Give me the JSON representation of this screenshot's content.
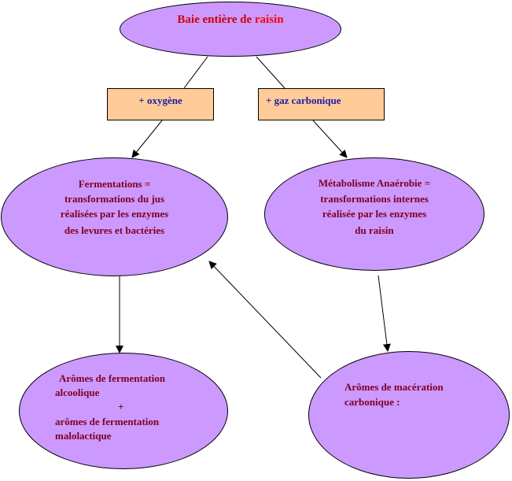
{
  "nodes": {
    "top": {
      "label_part1": "Baie entière de ",
      "label_part2": "raisin"
    },
    "oxygen": {
      "label": "+ oxygène"
    },
    "co2": {
      "label": "+ gaz carbonique"
    },
    "fermentation": {
      "lines": [
        "Fermentations =",
        "transformations du jus",
        "réalisées par les enzymes",
        "des levures et bactéries"
      ]
    },
    "metabolism": {
      "lines": [
        "Métabolisme Anaérobie =",
        "transformations internes",
        "réalisée par les enzymes",
        "du raisin"
      ]
    },
    "fermentation_aromas": {
      "lines": [
        "Arômes de fermentation",
        "alcoolique",
        "+",
        "arômes de fermentation",
        "malolactique"
      ]
    },
    "maceration_aromas": {
      "lines": [
        "Arômes de macération",
        "carbonique :"
      ]
    }
  },
  "colors": {
    "ellipse_fill": "#cc99ff",
    "box_fill": "#ffcc99",
    "label_blue": "#1a1aa8",
    "label_maroon": "#800020",
    "title_red": "#ff0000"
  }
}
